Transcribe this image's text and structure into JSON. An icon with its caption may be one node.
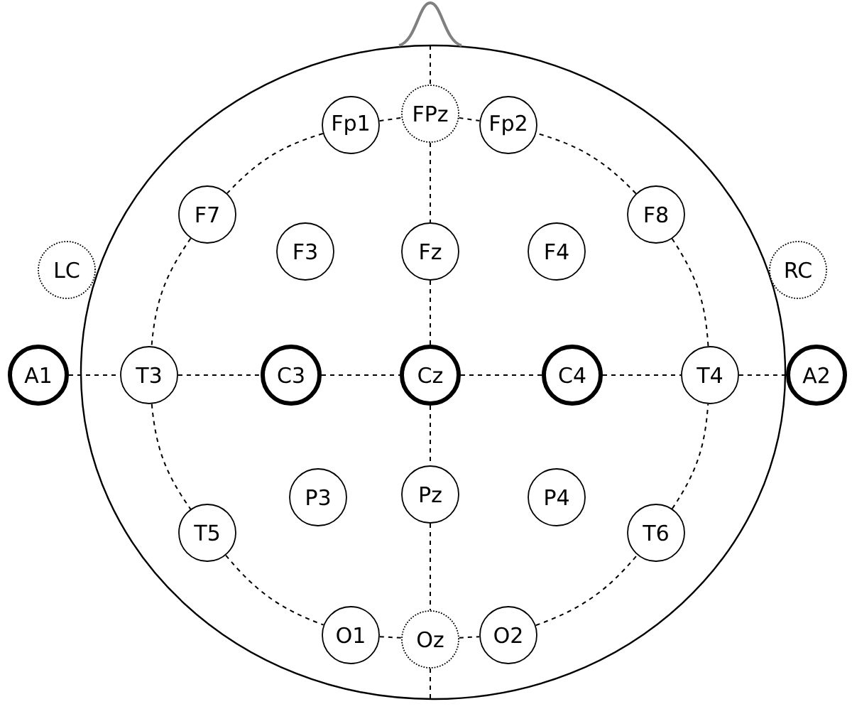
{
  "diagram": {
    "nodes": [
      {
        "text": [
          "Fp1"
        ]
      },
      {
        "text": [
          "FPz"
        ]
      },
      {
        "text": [
          "Fp2"
        ]
      },
      {
        "text": [
          "F7"
        ]
      },
      {
        "text": [
          "F3"
        ]
      },
      {
        "text": [
          "Fz"
        ]
      },
      {
        "text": [
          "F4"
        ]
      },
      {
        "text": [
          "F8"
        ]
      },
      {
        "text": [
          "LC"
        ]
      },
      {
        "text": [
          "RC"
        ]
      },
      {
        "text": [
          "A1"
        ]
      },
      {
        "text": [
          "T3"
        ]
      },
      {
        "text": [
          "C3"
        ]
      },
      {
        "text": [
          "Cz"
        ]
      },
      {
        "text": [
          "C4"
        ]
      },
      {
        "text": [
          "T4"
        ]
      },
      {
        "text": [
          "A2"
        ]
      },
      {
        "text": [
          "P3"
        ]
      },
      {
        "text": [
          "Pz"
        ]
      },
      {
        "text": [
          "P4"
        ]
      },
      {
        "text": [
          "T5"
        ]
      },
      {
        "text": [
          "T6"
        ]
      },
      {
        "text": [
          "O1"
        ]
      },
      {
        "text": [
          "Oz"
        ]
      },
      {
        "text": [
          "O2"
        ]
      }
    ],
    "edges": [
      {
        "from": null,
        "to": 1,
        "arrow": "none"
      },
      {
        "from": 0,
        "to": 1,
        "arrow": "none"
      },
      {
        "from": 1,
        "to": 2,
        "arrow": "none"
      },
      {
        "from": 0,
        "to": 3,
        "arrow": "none"
      },
      {
        "from": 3,
        "to": 11,
        "arrow": "none"
      },
      {
        "from": 11,
        "to": 20,
        "arrow": "none"
      },
      {
        "from": 20,
        "to": 22,
        "arrow": "none"
      },
      {
        "from": 22,
        "to": 23,
        "arrow": "none"
      },
      {
        "from": 23,
        "to": 24,
        "arrow": "none"
      },
      {
        "from": 24,
        "to": 21,
        "arrow": "none"
      },
      {
        "from": 21,
        "to": 15,
        "arrow": "none"
      },
      {
        "from": 15,
        "to": 7,
        "arrow": "none"
      },
      {
        "from": 7,
        "to": 2,
        "arrow": "none"
      },
      {
        "from": 10,
        "to": 11,
        "arrow": "none"
      },
      {
        "from": 11,
        "to": 12,
        "arrow": "none"
      },
      {
        "from": 12,
        "to": 13,
        "arrow": "none"
      },
      {
        "from": 13,
        "to": 14,
        "arrow": "none"
      },
      {
        "from": 14,
        "to": 15,
        "arrow": "none"
      },
      {
        "from": 15,
        "to": 16,
        "arrow": "none"
      },
      {
        "from": 1,
        "to": 5,
        "arrow": "none"
      },
      {
        "from": 5,
        "to": 13,
        "arrow": "none"
      },
      {
        "from": 13,
        "to": 18,
        "arrow": "none"
      },
      {
        "from": 18,
        "to": 23,
        "arrow": "none"
      },
      {
        "from": 23,
        "to": null,
        "arrow": "none"
      }
    ]
  }
}
